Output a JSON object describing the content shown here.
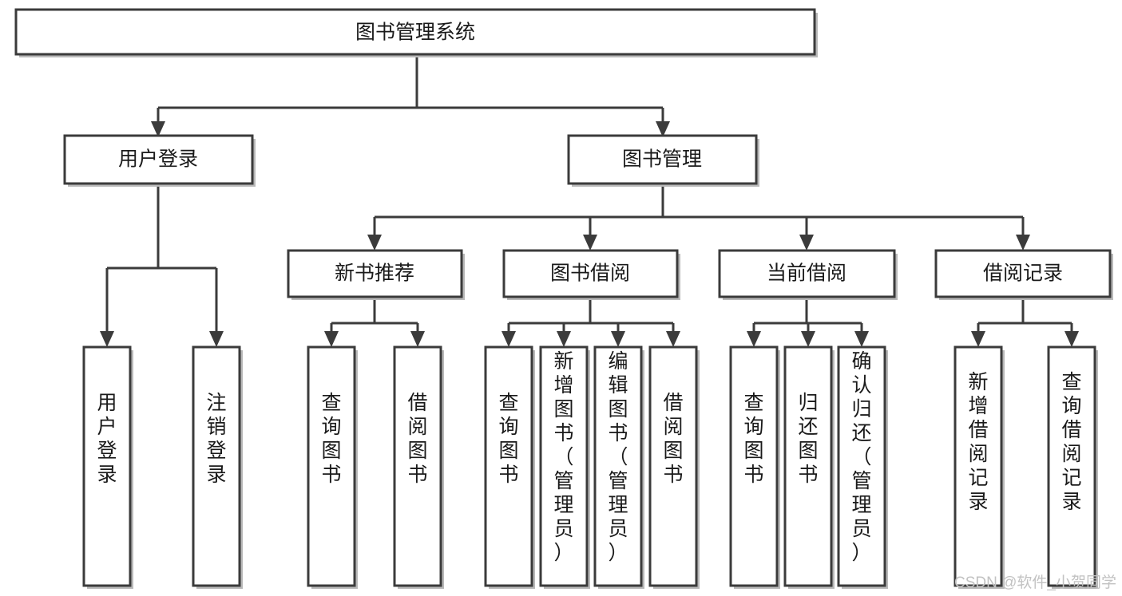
{
  "diagram": {
    "title_node": {
      "label": "图书管理系统"
    },
    "level2": [
      {
        "id": "user-login",
        "label": "用户登录"
      },
      {
        "id": "book-management",
        "label": "图书管理"
      }
    ],
    "level3": [
      {
        "id": "new-book-recommend",
        "label": "新书推荐"
      },
      {
        "id": "book-borrow",
        "label": "图书借阅"
      },
      {
        "id": "current-borrow",
        "label": "当前借阅"
      },
      {
        "id": "borrow-record",
        "label": "借阅记录"
      }
    ],
    "leaves": [
      {
        "id": "leaf-user-login",
        "label": "用户登录",
        "parent": "user-login"
      },
      {
        "id": "leaf-logout-login",
        "label": "注销登录",
        "parent": "user-login"
      },
      {
        "id": "leaf-query-book-1",
        "label": "查询图书",
        "parent": "new-book-recommend"
      },
      {
        "id": "leaf-borrow-book-1",
        "label": "借阅图书",
        "parent": "new-book-recommend"
      },
      {
        "id": "leaf-query-book-2",
        "label": "查询图书",
        "parent": "book-borrow"
      },
      {
        "id": "leaf-add-book",
        "label": "新增图书（管理员）",
        "parent": "book-borrow"
      },
      {
        "id": "leaf-edit-book",
        "label": "编辑图书（管理员）",
        "parent": "book-borrow"
      },
      {
        "id": "leaf-borrow-book-2",
        "label": "借阅图书",
        "parent": "book-borrow"
      },
      {
        "id": "leaf-query-book-3",
        "label": "查询图书",
        "parent": "current-borrow"
      },
      {
        "id": "leaf-return-book",
        "label": "归还图书",
        "parent": "current-borrow"
      },
      {
        "id": "leaf-confirm-return",
        "label": "确认归还（管理员）",
        "parent": "current-borrow"
      },
      {
        "id": "leaf-add-record",
        "label": "新增借阅记录",
        "parent": "borrow-record"
      },
      {
        "id": "leaf-query-record",
        "label": "查询借阅记录",
        "parent": "borrow-record"
      }
    ]
  },
  "watermark": {
    "text": "CSDN @软件_小贺同学"
  },
  "colors": {
    "stroke": "#3b3b3b",
    "text": "#1a1a1a",
    "background": "#ffffff",
    "watermark": "#c2c2c2"
  }
}
